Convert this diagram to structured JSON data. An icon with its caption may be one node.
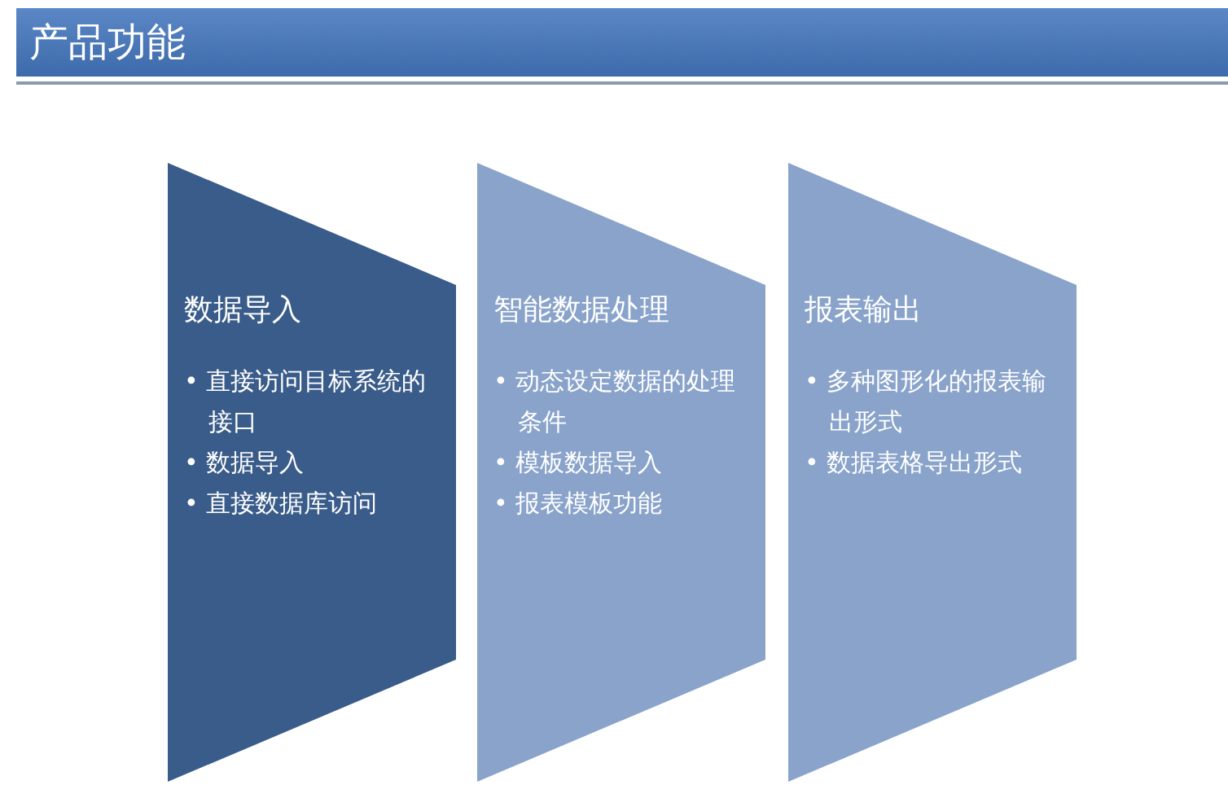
{
  "diagram": {
    "title": "产品功能",
    "nodes": [
      {
        "text": [
          "数据导入",
          "• 直接访问目标系统的接口",
          "• 数据导入",
          "• 直接数据库访问"
        ]
      },
      {
        "text": [
          "智能数据处理",
          "• 动态设定数据的处理条件",
          "• 模板数据导入",
          "• 报表模板功能"
        ]
      },
      {
        "text": [
          "报表输出",
          "• 多种图形化的报表输出形式",
          "• 数据表格导出形式"
        ]
      }
    ]
  }
}
